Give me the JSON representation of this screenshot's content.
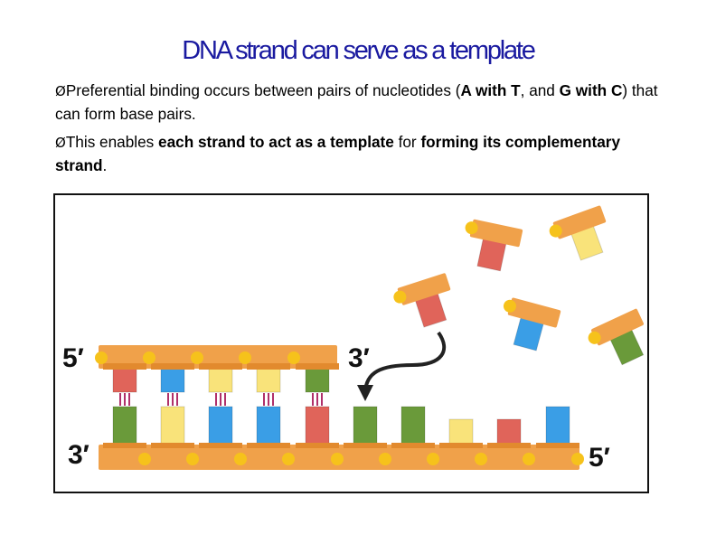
{
  "slide": {
    "title": "DNA strand can serve as a  template",
    "bullet_marker": "Ø",
    "bullets": [
      {
        "p1": "Preferential binding occurs between pairs of nucleotides (",
        "b1": "A with T",
        "p2": ", and ",
        "b2": "G with C",
        "p3": ") that can form base pairs."
      },
      {
        "p1": "This enables ",
        "b1": "each strand to act as a template",
        "p2": " for ",
        "b2": "forming its complementary strand",
        "p3": "."
      }
    ]
  },
  "figure": {
    "labels": {
      "top_left": "5′",
      "top_right": "3′",
      "bottom_left": "3′",
      "bottom_right": "5′"
    },
    "colors": {
      "backbone": "#f0a14a",
      "phosphate": "#f6c21b",
      "red": "#e0645a",
      "blue": "#3a9ee6",
      "yellow": "#f9e37a",
      "green": "#6a9a3a",
      "hbond": "#b0306a",
      "arrow": "#222222"
    },
    "top_strand_bases": [
      "red",
      "blue",
      "yellow",
      "yellow",
      "green"
    ],
    "bottom_strand_bases": [
      "green",
      "yellow",
      "blue",
      "blue",
      "red",
      "green",
      "green",
      "yellow",
      "red",
      "blue"
    ],
    "free_nucleotides": [
      "red",
      "yellow",
      "red",
      "blue",
      "green"
    ]
  }
}
